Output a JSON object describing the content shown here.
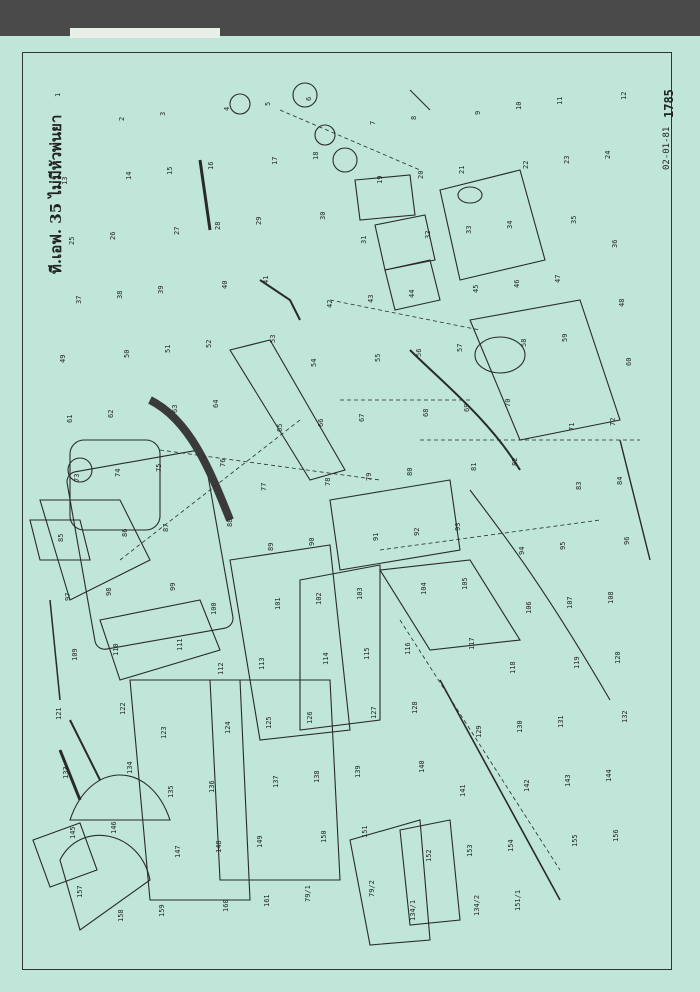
{
  "title": "ที.เอฟ. 35  ไม่มีหัวพ่นยา",
  "sheet_code": "1785",
  "sheet_date": "02-01-81",
  "part_numbers": [
    "1",
    "2",
    "3",
    "4",
    "5",
    "6",
    "7",
    "8",
    "9",
    "10",
    "11",
    "12",
    "13",
    "14",
    "15",
    "16",
    "17",
    "18",
    "19",
    "20",
    "21",
    "22",
    "23",
    "24",
    "25",
    "26",
    "27",
    "28",
    "29",
    "30",
    "31",
    "32",
    "33",
    "34",
    "35",
    "36",
    "37",
    "38",
    "39",
    "40",
    "41",
    "42",
    "43",
    "44",
    "45",
    "46",
    "47",
    "48",
    "49",
    "50",
    "51",
    "52",
    "53",
    "54",
    "55",
    "56",
    "57",
    "58",
    "59",
    "60",
    "61",
    "62",
    "63",
    "64",
    "65",
    "66",
    "67",
    "68",
    "69",
    "70",
    "71",
    "72",
    "73",
    "74",
    "75",
    "76",
    "77",
    "78",
    "79",
    "80",
    "81",
    "82",
    "83",
    "84",
    "85",
    "86",
    "87",
    "88",
    "89",
    "90",
    "91",
    "92",
    "93",
    "94",
    "95",
    "96",
    "97",
    "98",
    "99",
    "100",
    "101",
    "102",
    "103",
    "104",
    "105",
    "106",
    "107",
    "108",
    "109",
    "110",
    "111",
    "112",
    "113",
    "114",
    "115",
    "116",
    "117",
    "118",
    "119",
    "120",
    "121",
    "122",
    "123",
    "124",
    "125",
    "126",
    "127",
    "128",
    "129",
    "130",
    "131",
    "132",
    "133",
    "134",
    "135",
    "136",
    "137",
    "138",
    "139",
    "140",
    "141",
    "142",
    "143",
    "144",
    "145",
    "146",
    "147",
    "148",
    "149",
    "150",
    "151",
    "152",
    "153",
    "154",
    "155",
    "156",
    "157",
    "158",
    "159",
    "160",
    "161",
    "79/1",
    "79/2",
    "134/1",
    "134/2",
    "151/1"
  ],
  "colors": {
    "paper": "#bfe6d8",
    "ink": "#2a2a2a",
    "border": "#333333"
  }
}
